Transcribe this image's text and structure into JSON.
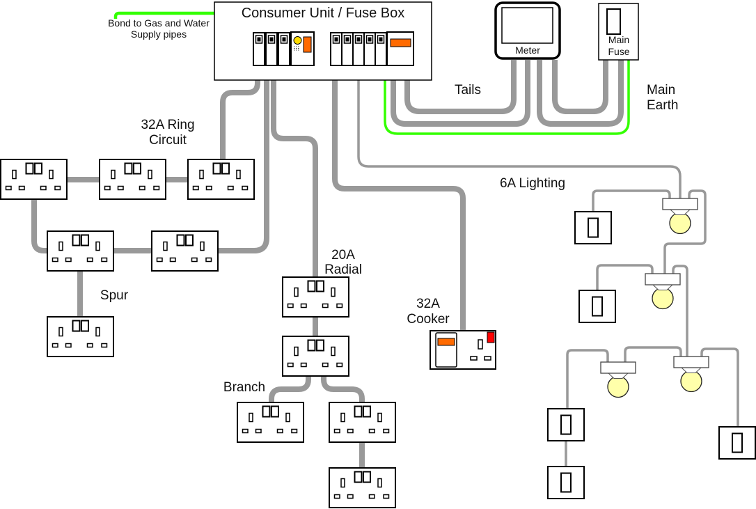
{
  "title": "Consumer Unit / Fuse Box",
  "labels": {
    "bond_line1": "Bond to Gas and Water",
    "bond_line2": "Supply pipes",
    "meter": "Meter",
    "main_fuse_line1": "Main",
    "main_fuse_line2": "Fuse",
    "tails": "Tails",
    "main_earth_line1": "Main",
    "main_earth_line2": "Earth",
    "ring_line1": "32A Ring",
    "ring_line2": "Circuit",
    "spur": "Spur",
    "radial_line1": "20A",
    "radial_line2": "Radial",
    "branch": "Branch",
    "cooker_line1": "32A",
    "cooker_line2": "Cooker",
    "lighting": "6A Lighting"
  },
  "colors": {
    "wire": "#999999",
    "earth": "#33ff00",
    "bulb": "#ffffaa",
    "orange": "#ff6a00",
    "red": "#ff0000",
    "test": "#ffdd00"
  },
  "counts": {
    "double_sockets": 11,
    "ceiling_roses": 4,
    "bulbs": 4,
    "light_switches": 5,
    "breakers_left_group": 3,
    "breakers_right_group": 5
  }
}
